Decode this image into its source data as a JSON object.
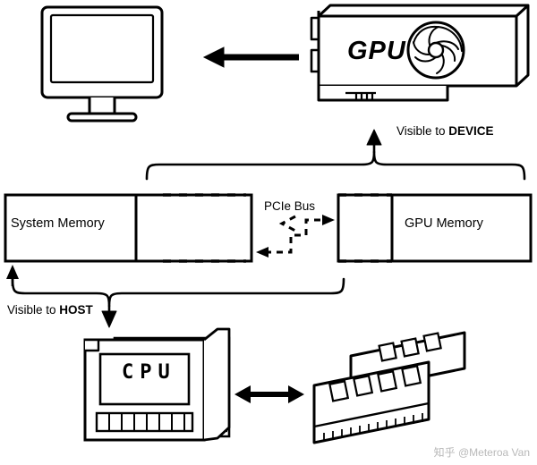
{
  "diagram": {
    "title": "GPU and CPU memory visibility diagram",
    "labels": {
      "visible_to_device_prefix": "Visible to ",
      "visible_to_device_strong": "DEVICE",
      "visible_to_host_prefix": "Visible to ",
      "visible_to_host_strong": "HOST",
      "system_memory": "System Memory",
      "gpu_memory": "GPU Memory",
      "pcie_bus": "PCIe Bus",
      "gpu": "GPU",
      "cpu": "CPU"
    },
    "nodes": [
      {
        "id": "monitor",
        "name": "monitor",
        "label": ""
      },
      {
        "id": "gpu-card",
        "name": "gpu-card",
        "label": "GPU"
      },
      {
        "id": "system-memory-bar",
        "name": "system-memory-bar",
        "label": "System Memory"
      },
      {
        "id": "gpu-memory-bar",
        "name": "gpu-memory-bar",
        "label": "GPU Memory"
      },
      {
        "id": "cpu-chip",
        "name": "cpu-chip",
        "label": "CPU"
      },
      {
        "id": "ram-modules",
        "name": "ram-modules",
        "label": ""
      }
    ],
    "edges": [
      {
        "id": "gpu-to-monitor",
        "name": "gpu-to-monitor-arrow",
        "style": "solid",
        "direction": "left"
      },
      {
        "id": "pcie-link",
        "name": "pcie-bus-dashed-arrow",
        "style": "dashed",
        "direction": "both"
      },
      {
        "id": "device-brace",
        "name": "device-scope-brace",
        "style": "brace"
      },
      {
        "id": "host-brace",
        "name": "host-scope-brace",
        "style": "brace"
      },
      {
        "id": "cpu-to-ram",
        "name": "cpu-to-ram-arrow",
        "style": "solid",
        "direction": "both"
      }
    ],
    "colors": {
      "stroke": "#000000",
      "background": "#ffffff",
      "watermark": "#b9b9b9"
    }
  },
  "watermark": {
    "text": "知乎 @Meteroa Van"
  }
}
